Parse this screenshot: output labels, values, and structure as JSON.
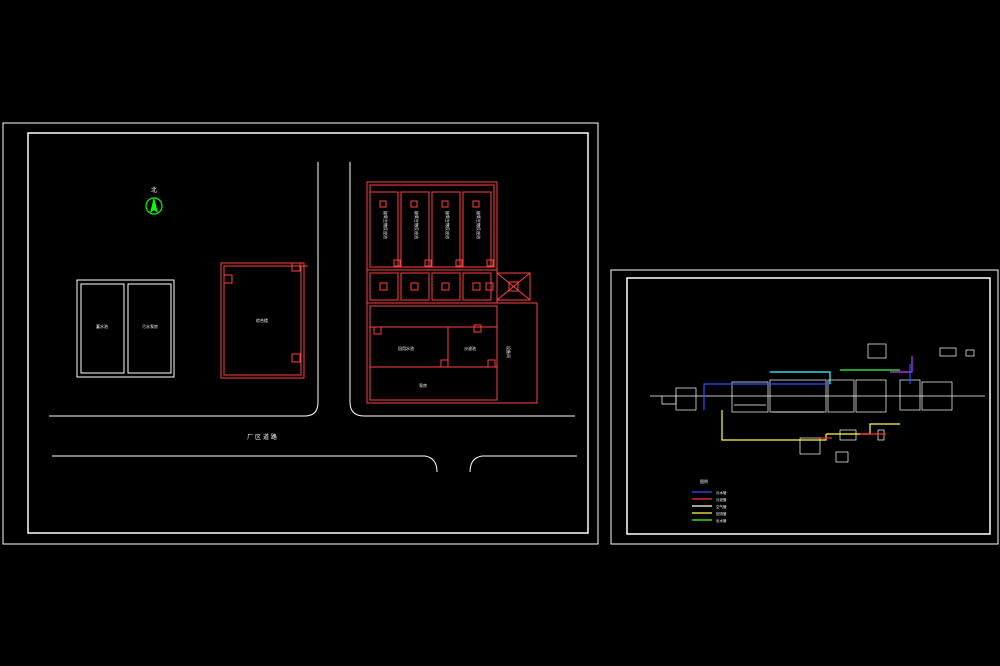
{
  "sheet_left": {
    "compass_mark": "北",
    "road_label": "厂 区 道 路",
    "buildings": {
      "left_room_a": "蓄水池",
      "left_room_b": "污水泵房",
      "center_block": "综合楼",
      "tank_1": "缺氧生物反应池",
      "tank_2": "缺氧生物反应池",
      "tank_3": "缺氧生物反应池",
      "tank_4": "缺氧生物反应池",
      "lower_left": "回用水池",
      "lower_mid": "沙滤池",
      "lower_right": "设备间",
      "bottom": "泵房"
    }
  },
  "sheet_right": {
    "legend_title": "图例",
    "legend_items": [
      {
        "label": "污水管",
        "color": "#3050ff"
      },
      {
        "label": "污泥管",
        "color": "#ff3030"
      },
      {
        "label": "空气管",
        "color": "#ffffff"
      },
      {
        "label": "回流管",
        "color": "#ffff40"
      },
      {
        "label": "出水管",
        "color": "#40ff40"
      }
    ]
  },
  "colors": {
    "background": "#000000",
    "frame": "#ffffff",
    "building_outline": "#ff4040",
    "compass": "#00ff00"
  }
}
